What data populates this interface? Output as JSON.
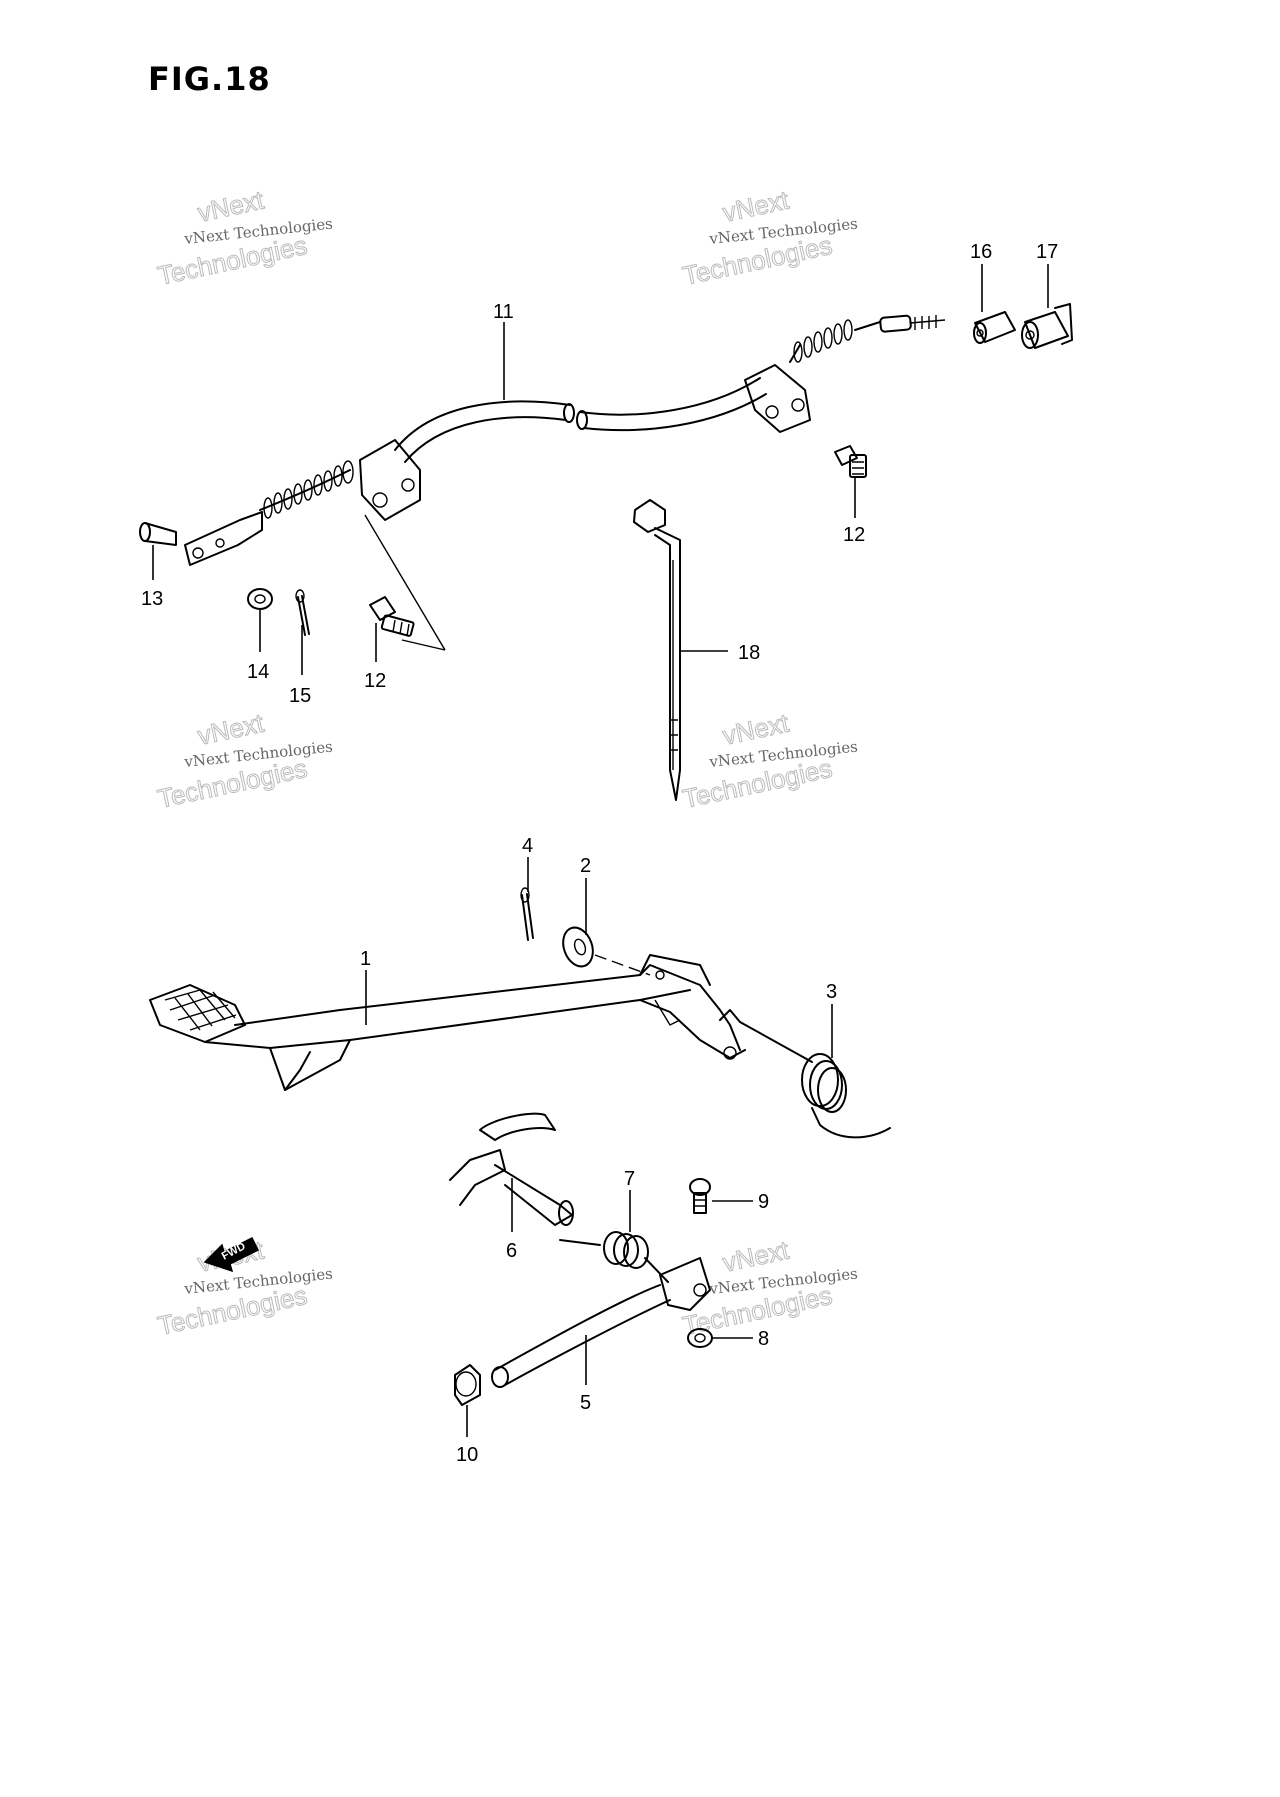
{
  "figure": {
    "title": "FIG.18"
  },
  "watermark": {
    "line1": "vNext",
    "line2": "vNext Technologies",
    "line3": "Technologies"
  },
  "fwd_label": "FWD",
  "callouts": {
    "c1": "1",
    "c2": "2",
    "c3": "3",
    "c4": "4",
    "c5": "5",
    "c6": "6",
    "c7": "7",
    "c8": "8",
    "c9": "9",
    "c10": "10",
    "c11": "11",
    "c12a": "12",
    "c12b": "12",
    "c13": "13",
    "c14": "14",
    "c15": "15",
    "c16": "16",
    "c17": "17",
    "c18": "18"
  }
}
